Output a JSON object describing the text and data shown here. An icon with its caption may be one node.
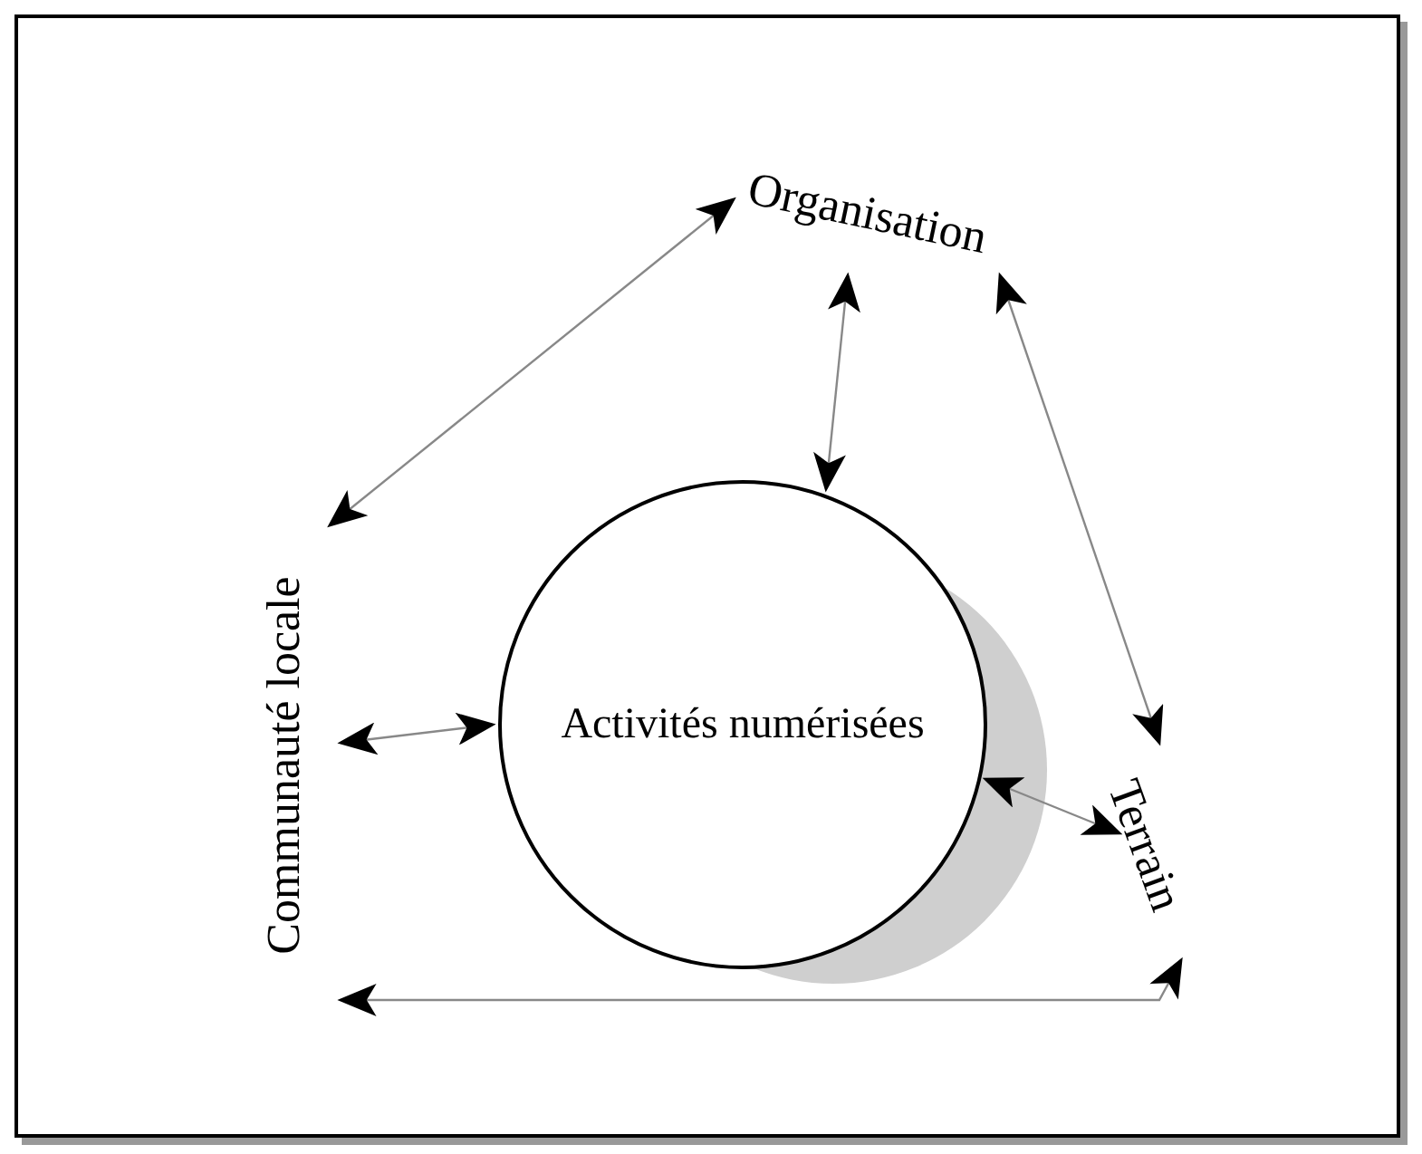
{
  "diagram": {
    "nodes": [
      {
        "text": [
          "Activités numérisées"
        ]
      },
      {
        "text": [
          "Organisation"
        ]
      },
      {
        "text": [
          "Communauté locale"
        ]
      },
      {
        "text": [
          "Terrain"
        ]
      }
    ],
    "edges": [
      {
        "from": 2,
        "to": 1,
        "arrow": "both"
      },
      {
        "from": 1,
        "to": 0,
        "arrow": "both"
      },
      {
        "from": 1,
        "to": 3,
        "arrow": "both"
      },
      {
        "from": 2,
        "to": 0,
        "arrow": "both"
      },
      {
        "from": 0,
        "to": 3,
        "arrow": "both"
      },
      {
        "from": 2,
        "to": 3,
        "arrow": "both"
      }
    ]
  }
}
